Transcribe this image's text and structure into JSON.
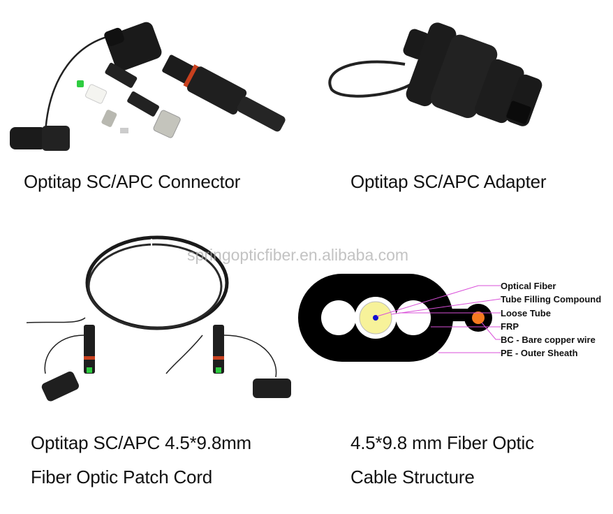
{
  "panels": {
    "connector": {
      "caption": "Optitap SC/APC Connector"
    },
    "adapter": {
      "caption": "Optitap SC/APC Adapter"
    },
    "patch_cord": {
      "caption_line1": "Optitap SC/APC 4.5*9.8mm",
      "caption_line2": "Fiber Optic Patch Cord"
    },
    "cable_structure": {
      "caption_line1": "4.5*9.8 mm Fiber Optic",
      "caption_line2": "Cable Structure",
      "labels": [
        "Optical Fiber",
        "Tube Filling Compound",
        "Loose Tube",
        "FRP",
        "BC - Bare copper wire",
        "PE - Outer Sheath"
      ],
      "colors": {
        "sheath": "#000000",
        "filling": "#f7f29a",
        "fiber": "#1010d0",
        "copper": "#f47a20",
        "leader": "#d94fd9"
      }
    }
  },
  "watermark": "springopticfiber.en.alibaba.com"
}
